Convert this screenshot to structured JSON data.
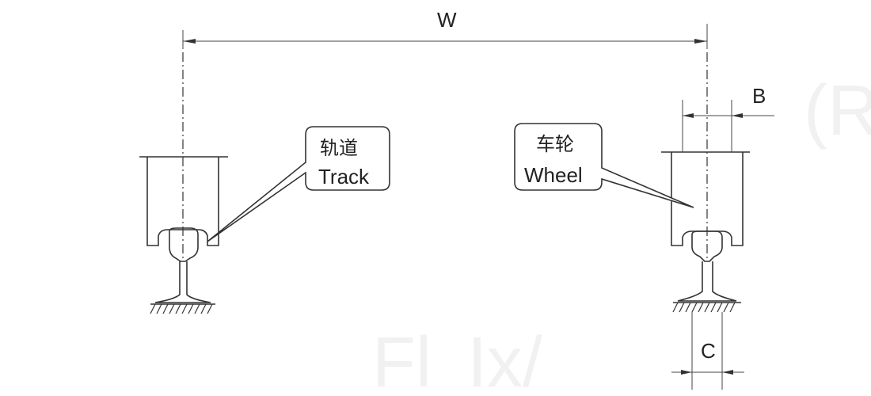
{
  "dimensions": {
    "gauge_label": "W",
    "wheel_width_label": "B",
    "rail_head_label": "C"
  },
  "callouts": {
    "track": {
      "cn": "轨道",
      "en": "Track"
    },
    "wheel": {
      "cn": "车轮",
      "en": "Wheel"
    }
  },
  "colors": {
    "line": "#333333",
    "background": "#ffffff"
  }
}
